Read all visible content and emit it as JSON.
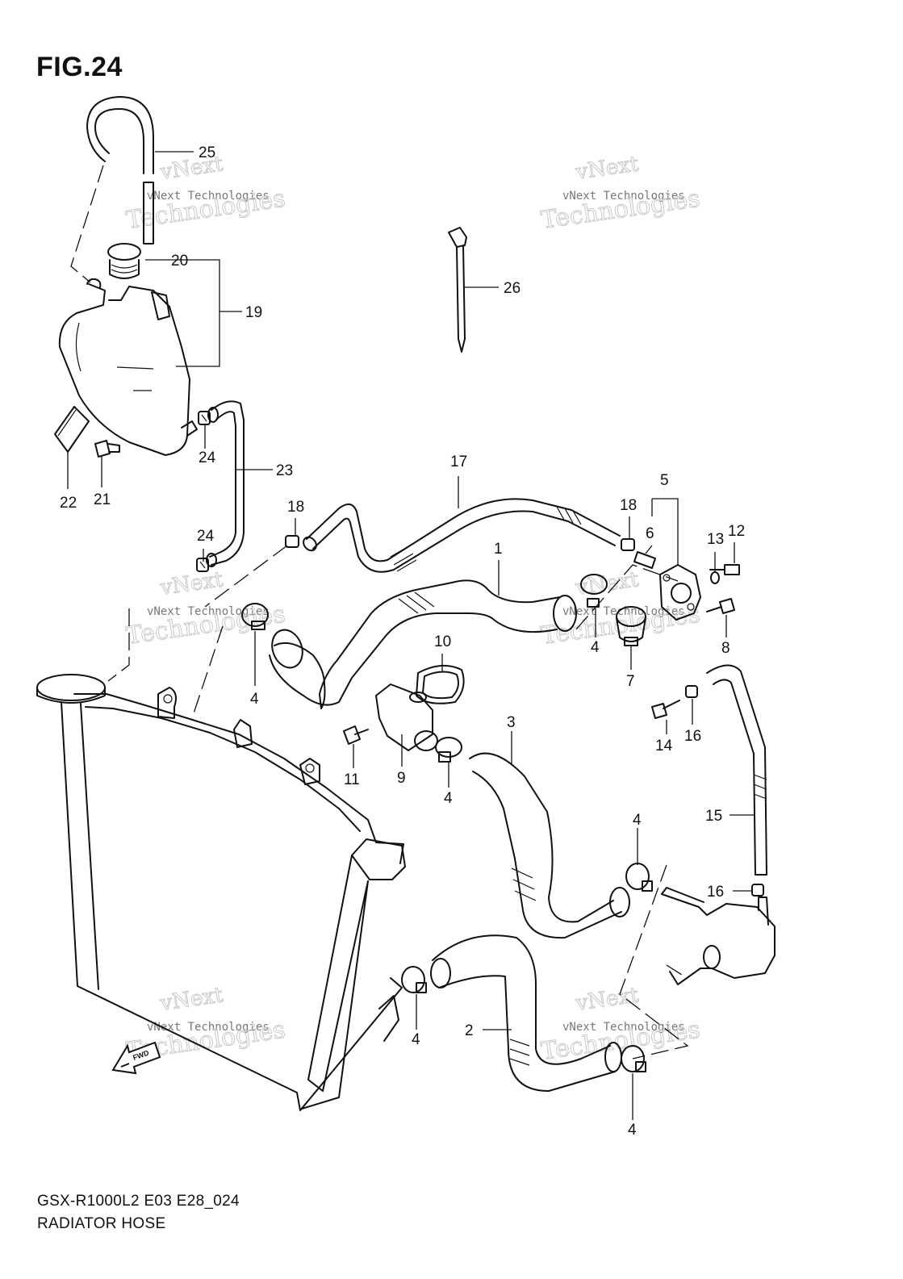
{
  "figure": {
    "title": "FIG.24"
  },
  "footer": {
    "model_code": "GSX-R1000L2 E03 E28_024",
    "section_name": "RADIATOR HOSE"
  },
  "watermark": {
    "line1": "vNext",
    "line2": "vNext Technologies",
    "line3": "Technologies"
  },
  "fwd_label": "FWD",
  "callouts": {
    "c1": "1",
    "c2": "2",
    "c3": "3",
    "c4": "4",
    "c5": "5",
    "c6": "6",
    "c7": "7",
    "c8": "8",
    "c9": "9",
    "c10": "10",
    "c11": "11",
    "c12": "12",
    "c13": "13",
    "c14": "14",
    "c15": "15",
    "c16": "16",
    "c17": "17",
    "c18": "18",
    "c19": "19",
    "c20": "20",
    "c21": "21",
    "c22": "22",
    "c23": "23",
    "c24": "24",
    "c25": "25",
    "c26": "26"
  }
}
